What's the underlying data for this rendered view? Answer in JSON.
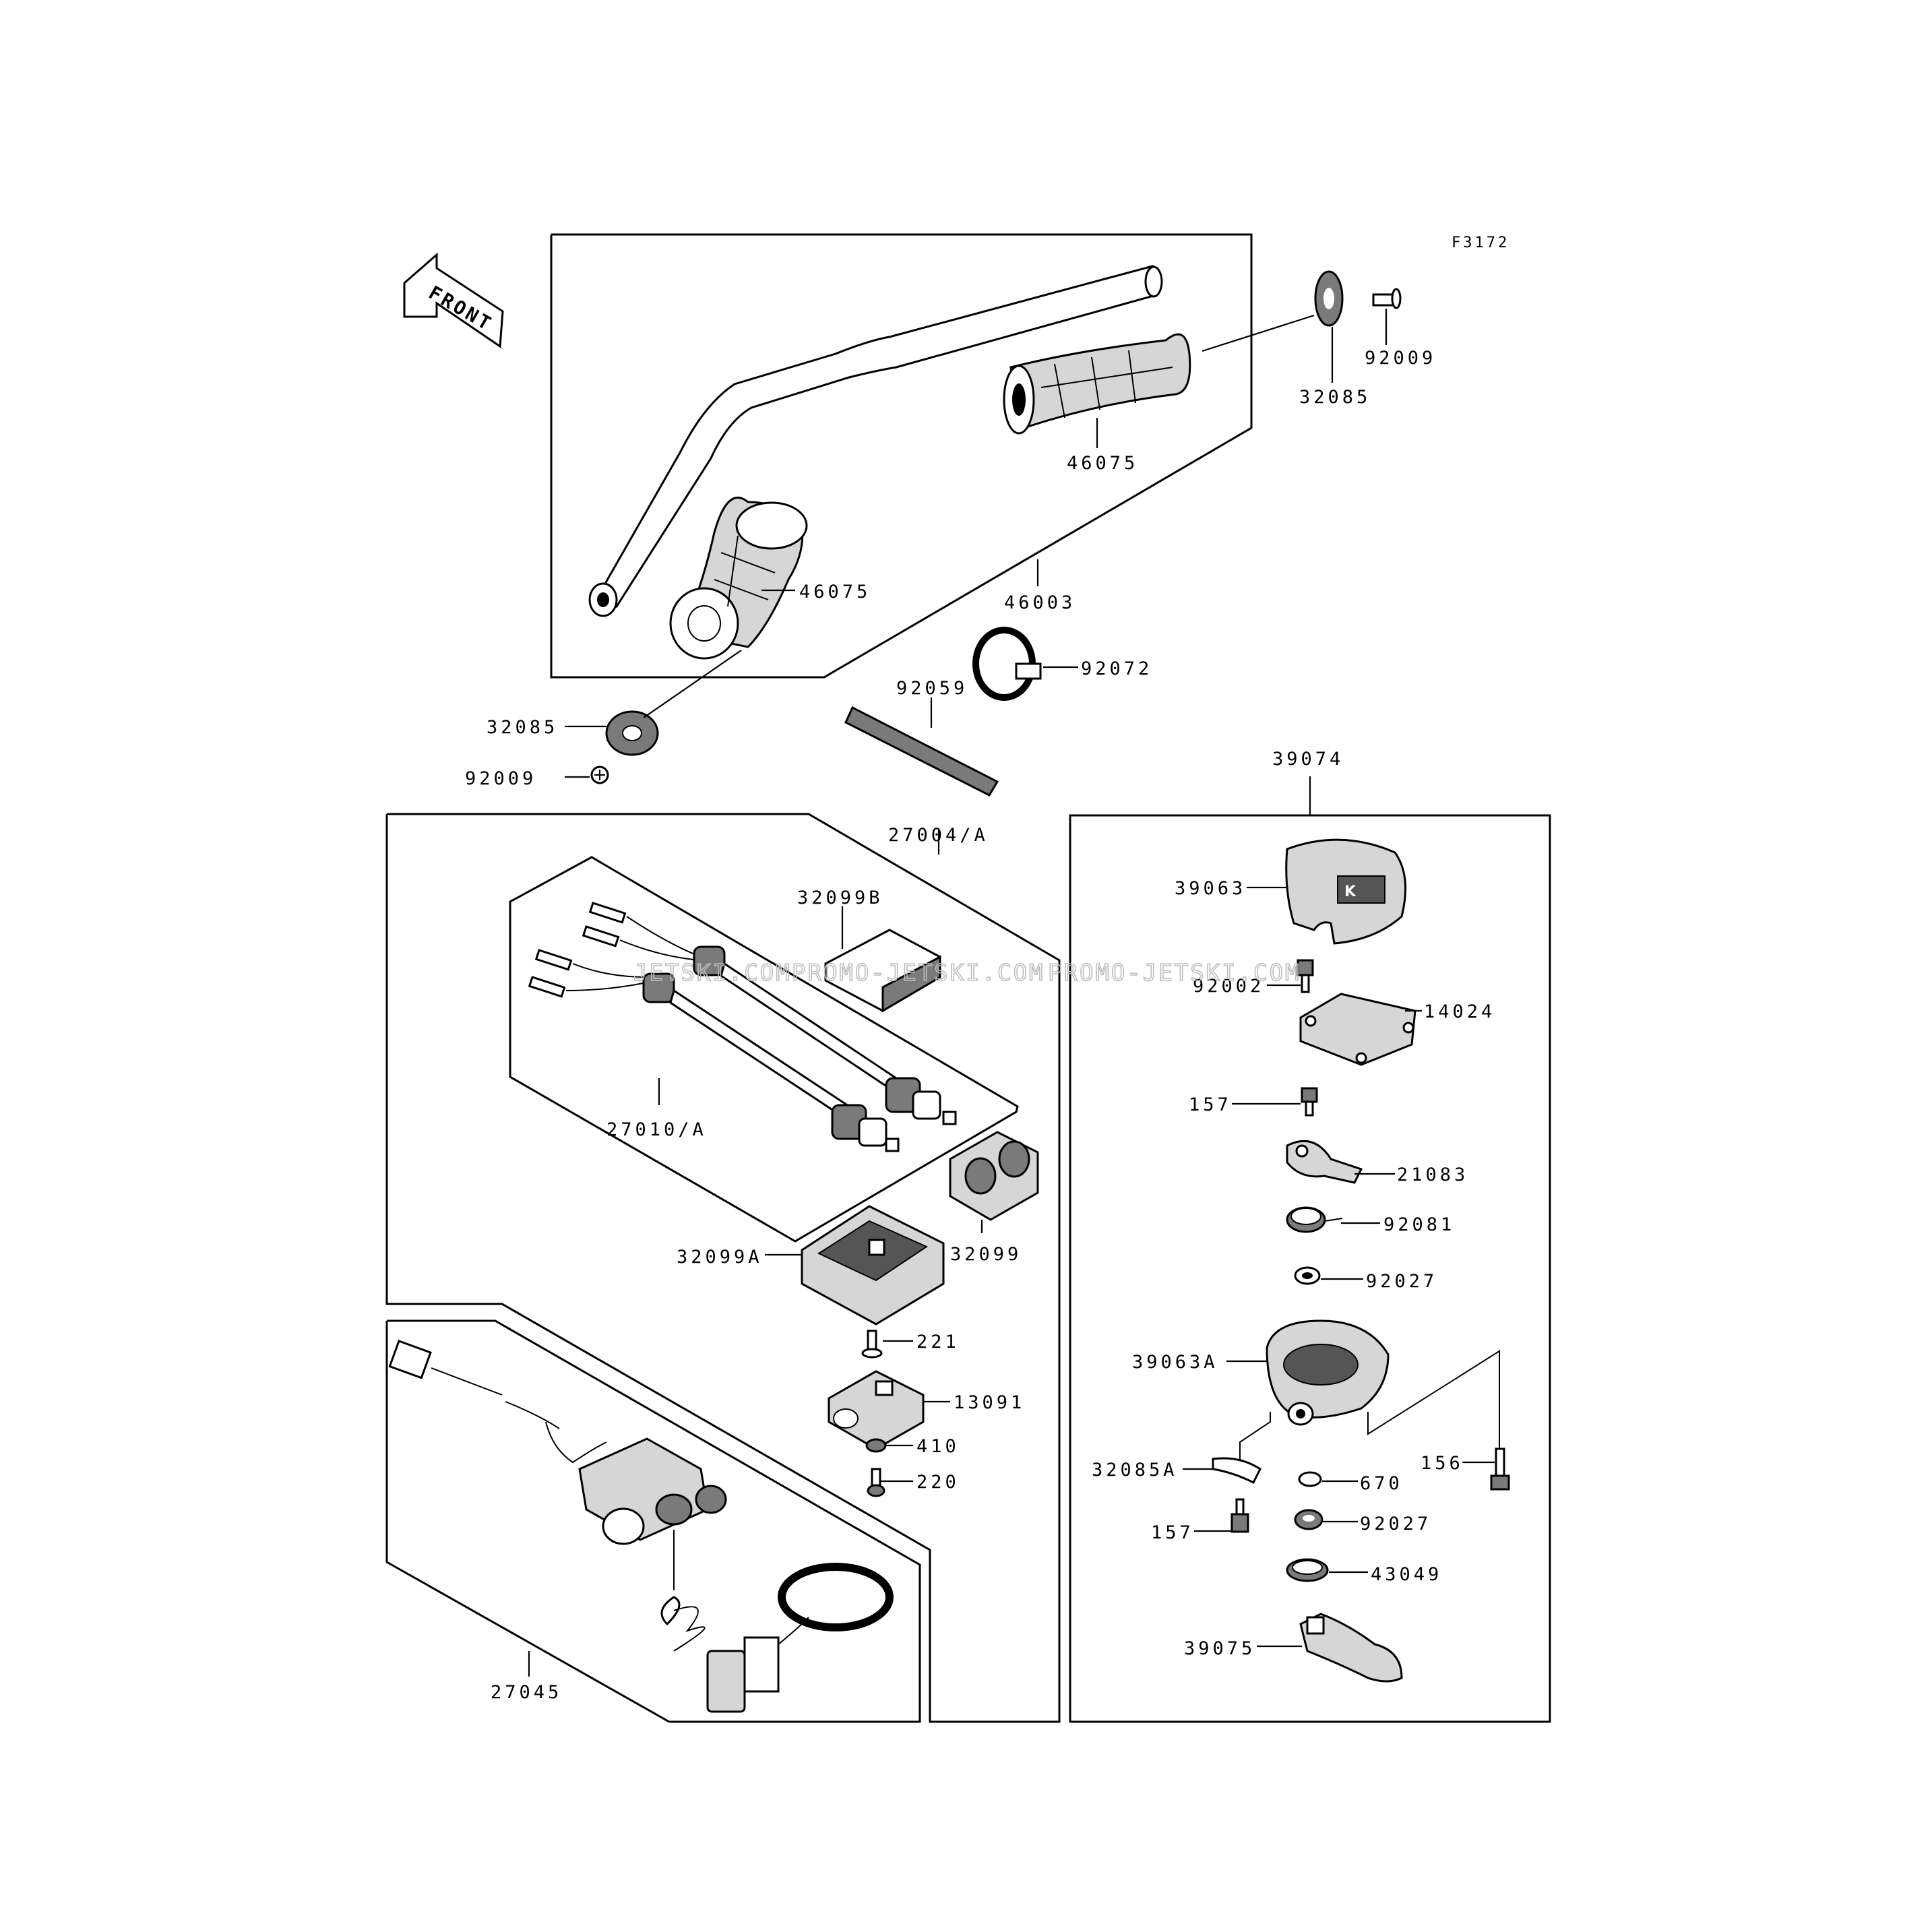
{
  "diagram_code": "F3172",
  "front_arrow_label": "FRONT",
  "watermark": {
    "part1": "JETSKI.COM",
    "part2": "PROMO-JETSKI.COM",
    "part3": "PROMO-JETSKI.COM"
  },
  "callouts": {
    "p92009_top": "92009",
    "p32085_top": "32085",
    "p46075_right": "46075",
    "p46075_left": "46075",
    "p46003": "46003",
    "p92072": "92072",
    "p92059": "92059",
    "p32085_left": "32085",
    "p92009_left": "92009",
    "p39074": "39074",
    "p27004": "27004/A",
    "p32099B": "32099B",
    "p27010": "27010/A",
    "p32099": "32099",
    "p32099A": "32099A",
    "p221": "221",
    "p13091": "13091",
    "p410": "410",
    "p220": "220",
    "p27045": "27045",
    "p39063": "39063",
    "p92002": "92002",
    "p14024": "14024",
    "p157_top": "157",
    "p21083": "21083",
    "p92081": "92081",
    "p92027_top": "92027",
    "p39063A": "39063A",
    "p156": "156",
    "p32085A": "32085A",
    "p670": "670",
    "p157_bottom": "157",
    "p92027_bottom": "92027",
    "p43049": "43049",
    "p39075": "39075"
  }
}
